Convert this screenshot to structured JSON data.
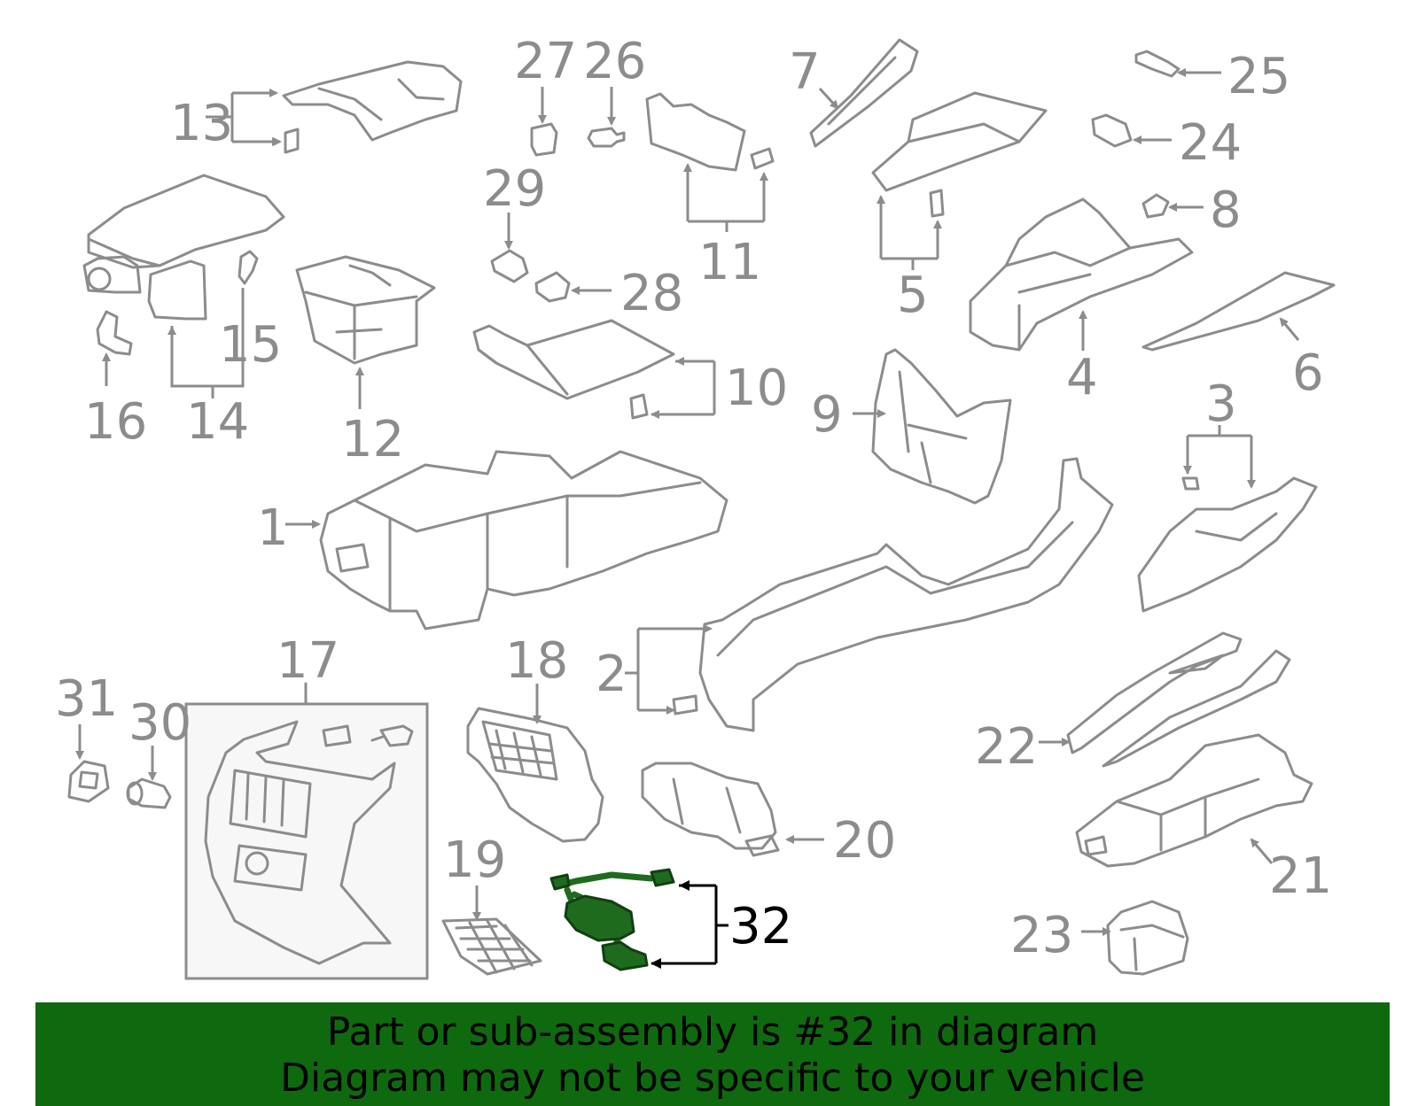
{
  "labels": {
    "p1": "1",
    "p2": "2",
    "p3": "3",
    "p4": "4",
    "p5": "5",
    "p6": "6",
    "p7": "7",
    "p8": "8",
    "p9": "9",
    "p10": "10",
    "p11": "11",
    "p12": "12",
    "p13": "13",
    "p14": "14",
    "p15": "15",
    "p16": "16",
    "p17": "17",
    "p18": "18",
    "p19": "19",
    "p20": "20",
    "p21": "21",
    "p22": "22",
    "p23": "23",
    "p24": "24",
    "p25": "25",
    "p26": "26",
    "p27": "27",
    "p28": "28",
    "p29": "29",
    "p30": "30",
    "p31": "31",
    "p32": "32"
  },
  "highlighted_part": "32",
  "colors": {
    "part_outline": "#8c8c8c",
    "highlight_fill": "#1e6b1e",
    "banner_background": "#0f6a0f",
    "banner_text": "#000000"
  },
  "footer": {
    "line1": "Part or sub-assembly is #32 in diagram",
    "line2": "Diagram may not be specific to your vehicle"
  }
}
